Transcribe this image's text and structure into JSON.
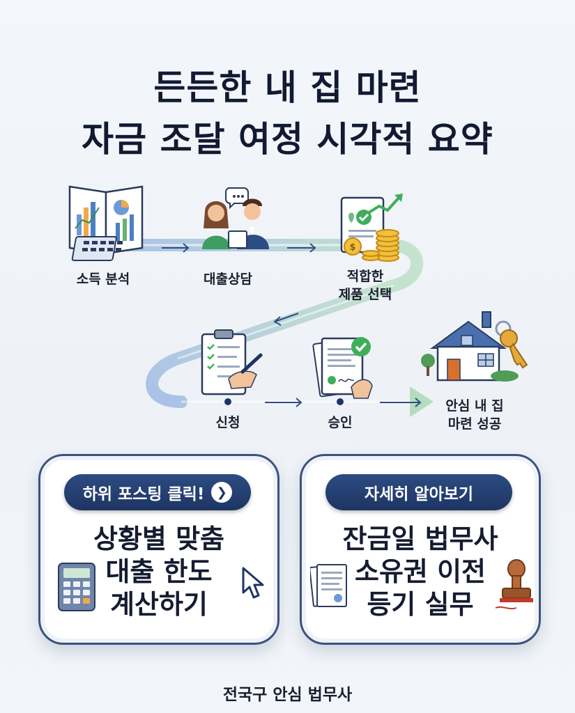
{
  "title": {
    "line1": "든든한 내 집 마련",
    "line2": "자금 조달 여정 시각적 요약"
  },
  "steps": [
    {
      "label": "소득 분석",
      "icon": "income-analysis-chart-icon"
    },
    {
      "label": "대출상담",
      "icon": "loan-consultation-people-icon"
    },
    {
      "label_line1": "적합한",
      "label_line2": "제품 선택",
      "icon": "product-selection-coins-icon"
    },
    {
      "label": "신청",
      "icon": "application-clipboard-icon"
    },
    {
      "label": "승인",
      "icon": "approval-document-icon"
    },
    {
      "label_line1": "안심 내 집",
      "label_line2": "마련 성공",
      "icon": "house-key-icon"
    }
  ],
  "cards": {
    "left": {
      "button": "하위 포스팅 클릭!",
      "button_icon": "chevron-right-icon",
      "lines": [
        "상황별 맞춤",
        "대출 한도",
        "계산하기"
      ],
      "icons": [
        "calculator-icon",
        "cursor-icon"
      ]
    },
    "right": {
      "button": "자세히 알아보기",
      "lines": [
        "잔금일 법무사",
        "소유권 이전",
        "등기 실무"
      ],
      "icons": [
        "document-icon",
        "stamp-icon"
      ]
    }
  },
  "footer": "전국구 안심 법무사",
  "colors": {
    "path_blue": "#9db8e2",
    "path_green": "#b9dec3",
    "navy": "#1d3563",
    "accent_green": "#3fae5a"
  }
}
